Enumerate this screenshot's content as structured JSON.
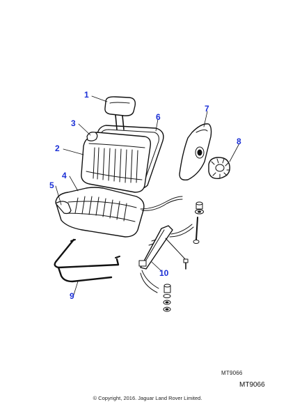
{
  "callouts": [
    "1",
    "2",
    "3",
    "4",
    "5",
    "6",
    "7",
    "8",
    "9",
    "10"
  ],
  "diagram_ref_small": "MT9066",
  "diagram_ref_large": "MT9066",
  "copyright": "© Copyright, 2016. Jaguar Land Rover Limited.",
  "colors": {
    "callout": "#1a2fd6",
    "line": "#111111",
    "part_fill": "#ffffff"
  }
}
